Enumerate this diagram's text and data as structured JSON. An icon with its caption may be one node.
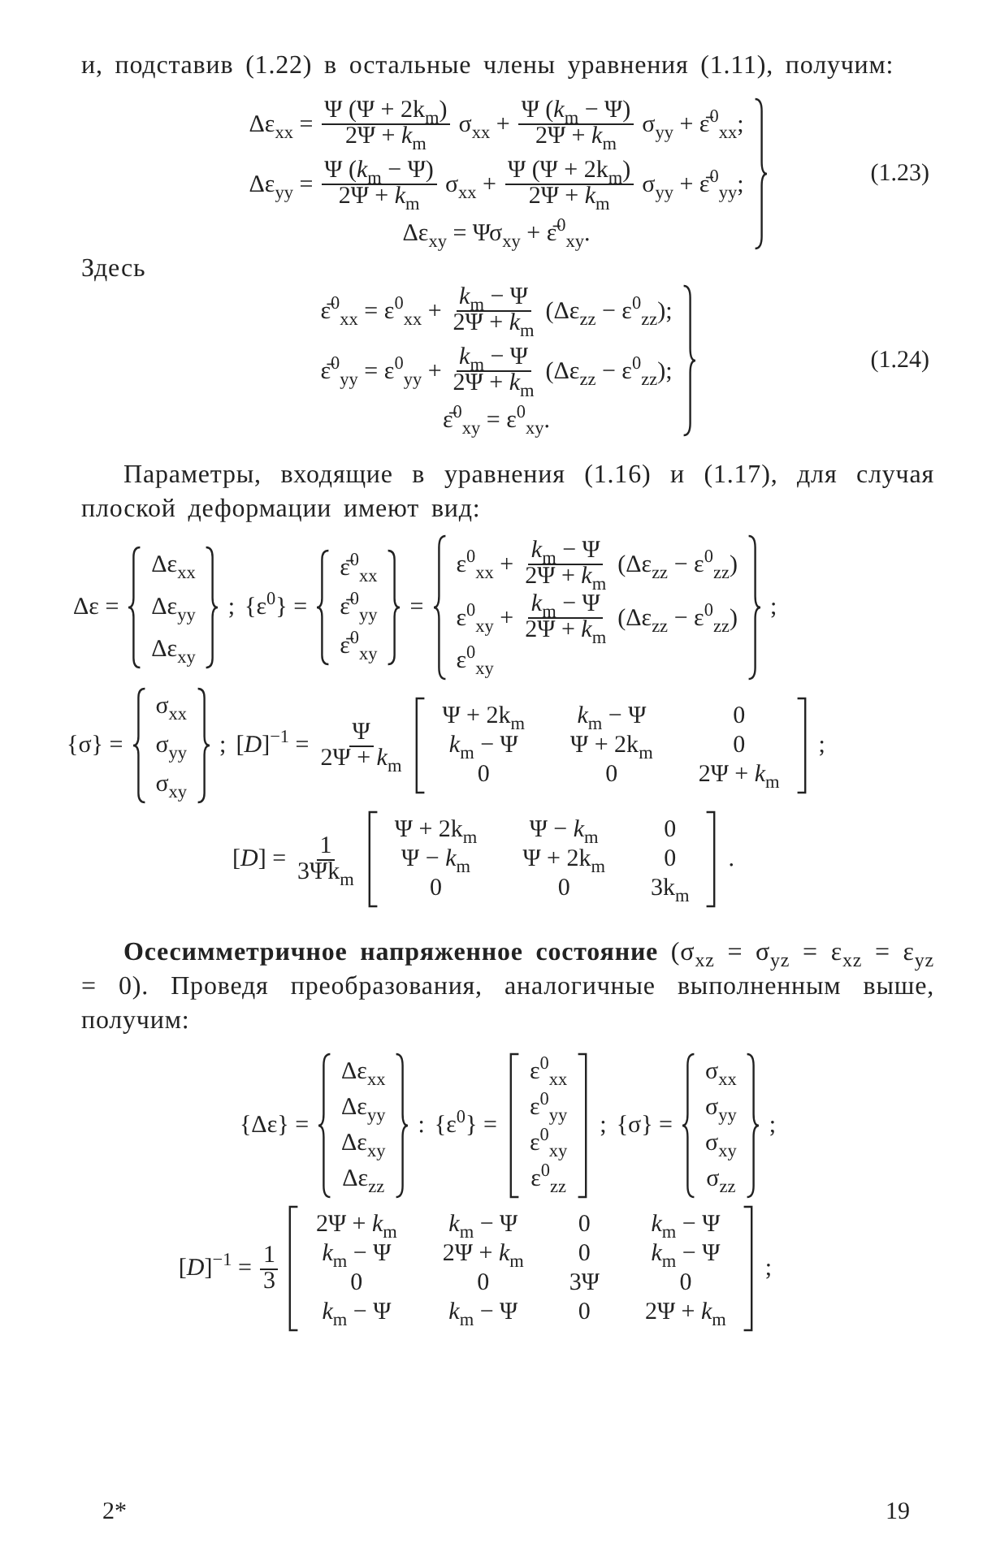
{
  "diagram": {
    "labels": [
      "и, подставив (1.22) в остальные члены уравнения (1.11), получим:",
      "Δε$_{xx}$ =",
      "Ψ (Ψ + 2k$_{m}$)",
      "2Ψ + *k*$_{m}$",
      "σ$_{xx}$ +",
      "Ψ (*k*$_{m}$ − Ψ)",
      "2Ψ + *k*$_{m}$",
      "σ$_{yy}$ + ε̄$^{0}$$_{xx}$;",
      "Δε$_{yy}$ =",
      "Ψ (*k*$_{m}$ − Ψ)",
      "2Ψ + *k*$_{m}$",
      "σ$_{xx}$ +",
      "Ψ (Ψ + 2k$_{m}$)",
      "2Ψ + *k*$_{m}$",
      "σ$_{yy}$ + ε̄$^{0}$$_{yy}$;",
      "Δε$_{xy}$ = Ψσ$_{xy}$ + ε̄$^{0}$$_{xy}$.",
      "(1.23)",
      "Здесь",
      "ε̄$^{0}$$_{xx}$ = ε$^{0}$$_{xx}$ +",
      "*k*$_{m}$ − Ψ",
      "2Ψ + *k*$_{m}$",
      "(Δε$_{zz}$ − ε$^{0}$$_{zz}$);",
      "ε̄$^{0}$$_{yy}$ = ε$^{0}$$_{yy}$ +",
      "*k*$_{m}$ − Ψ",
      "2Ψ + *k*$_{m}$",
      "(Δε$_{zz}$ − ε$^{0}$$_{zz}$);",
      "ε̄$^{0}$$_{xy}$ = ε$^{0}$$_{xy}$.",
      "(1.24)",
      "Параметры, входящие в уравнения (1.16) и (1.17), для случая плоской деформации имеют вид:",
      "Δε =",
      "Δε$_{xx}$",
      "Δε$_{yy}$",
      "Δε$_{xy}$",
      ";",
      "{ε$^{0}$} =",
      "ε̄$^{0}$$_{xx}$",
      "ε̄$^{0}$$_{yy}$",
      "ε̄$^{0}$$_{xy}$",
      "=",
      "ε$^{0}$$_{xx}$ +",
      "*k*$_{m}$ − Ψ",
      "2Ψ + *k*$_{m}$",
      "(Δε$_{zz}$ − ε$^{0}$$_{zz}$)",
      "ε$^{0}$$_{xy}$ +",
      "*k*$_{m}$ − Ψ",
      "2Ψ + *k*$_{m}$",
      "(Δε$_{zz}$ − ε$^{0}$$_{zz}$)",
      "ε$^{0}$$_{xy}$",
      ";",
      "{σ} =",
      "σ$_{xx}$",
      "σ$_{yy}$",
      "σ$_{xy}$",
      ";",
      "[*D*]$^{−1}$ =",
      "Ψ",
      "2Ψ + *k*$_{m}$",
      "Ψ + 2k$_{m}$",
      "*k*$_{m}$ − Ψ",
      "0",
      "*k*$_{m}$ − Ψ",
      "Ψ + 2k$_{m}$",
      "0",
      "0",
      "0",
      "2Ψ + *k*$_{m}$",
      ";",
      "[*D*] =",
      "1",
      "3Ψk$_{m}$",
      "Ψ + 2k$_{m}$",
      "Ψ − *k*$_{m}$",
      "0",
      "Ψ − *k*$_{m}$",
      "Ψ + 2k$_{m}$",
      "0",
      "0",
      "0",
      "3k$_{m}$",
      ".",
      "**Осесимметричное напряженное состояние** (σ$_{xz}$ = σ$_{yz}$ = ε$_{xz}$ = ε$_{yz}$ = 0). Проведя преобразования, аналогичные выполненным выше, получим:",
      "{Δε} =",
      "Δε$_{xx}$",
      "Δε$_{yy}$",
      "Δε$_{xy}$",
      "Δε$_{zz}$",
      ":",
      "{ε$^{0}$} =",
      "ε$^{0}$$_{xx}$",
      "ε$^{0}$$_{yy}$",
      "ε$^{0}$$_{xy}$",
      "ε$^{0}$$_{zz}$",
      ";",
      "{σ} =",
      "σ$_{xx}$",
      "σ$_{yy}$",
      "σ$_{xy}$",
      "σ$_{zz}$",
      ";",
      "[*D*]$^{−1}$ =",
      "1",
      "3",
      "2Ψ + *k*$_{m}$",
      "*k*$_{m}$ − Ψ",
      "0",
      "*k*$_{m}$ − Ψ",
      "*k*$_{m}$ − Ψ",
      "2Ψ + *k*$_{m}$",
      "0",
      "*k*$_{m}$ − Ψ",
      "0",
      "0",
      "3Ψ",
      "0",
      "*k*$_{m}$ − Ψ",
      "*k*$_{m}$ − Ψ",
      "0",
      "2Ψ + *k*$_{m}$",
      ";",
      "2*",
      "19"
    ]
  }
}
